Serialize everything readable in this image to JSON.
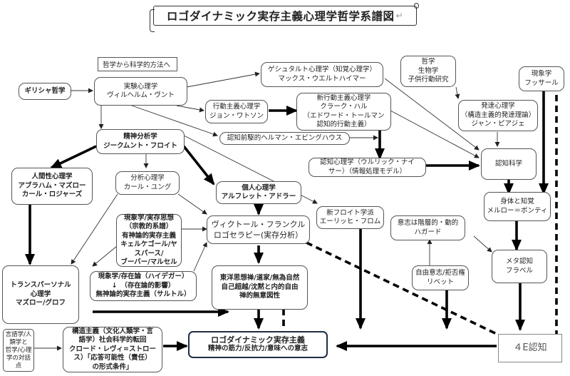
{
  "title": "ロゴダイナミック実存主義心理学哲学系譜図",
  "title_mark": "↵",
  "callout": "哲学から科学的方法へ",
  "nodes": {
    "greek": [
      "ギリシャ哲学"
    ],
    "wundt": [
      "実験心理学",
      "ヴィルヘルム・ヴント"
    ],
    "gestalt": [
      "ゲシュタルト心理学（知覚心理学）",
      "マックス・ウエルトハイマー"
    ],
    "behaviorism": [
      "行動主義心理学",
      "ジョン・ワトソン"
    ],
    "neobehaviorism": [
      "新行動主義心理学",
      "クラーク・ハル",
      "（エドワード・トールマン",
      "認知的行動主義）"
    ],
    "ebbinghaus": [
      "認知前駆的ヘルマン・エビングハウス"
    ],
    "philosophy_bio": [
      "哲学",
      "生物学",
      "子供行動研究"
    ],
    "phenomenology": [
      "現象学",
      "フッサール"
    ],
    "piaget": [
      "発達心理学",
      "（構造主義的発達理論）",
      "ジャン・ピアジェ"
    ],
    "freud": [
      "精神分析学",
      "ジークムント・フロイト"
    ],
    "cognitive_psych": [
      "認知心理学（ウルリック・ナイ",
      "サー）（情報処理モデル）"
    ],
    "cognitive_science": [
      "認知科学"
    ],
    "humanistic": [
      "人間性心理学",
      "アブラハム・マズロー",
      "カール・ロジャーズ"
    ],
    "jung": [
      "分析心理学",
      "カール・ユング"
    ],
    "adler": [
      "個人心理学",
      "アルフレット・アドラー"
    ],
    "merleau_ponty": [
      "身体と知覚",
      "メルロー＝ポンティ"
    ],
    "religious_existential": [
      "現象学/実存思想",
      "（宗教的系譜）",
      "有神論的実存主義",
      "キェルケゴール/ヤ",
      "スパース/",
      "ブーバー/マルセル"
    ],
    "frankl": [
      "ヴィクトール・フランクル",
      "ロゴセラピー(実存分析）"
    ],
    "fromm": [
      "新フロイト学派",
      "エーリッヒ・フロム"
    ],
    "haggard": [
      "意志は階層的・動的",
      "ハガード"
    ],
    "metacognition": [
      "メタ認知",
      "フラベル"
    ],
    "heidegger": [
      "現象学/存在論（ハイデガー）",
      "↓　（存在論的影響）",
      "無神論的実存主義（サルトル）"
    ],
    "libet": [
      "自由意志/拒否権",
      "リベット"
    ],
    "transpersonal": [
      "トランスパーソナル",
      "心理学",
      "マズロー/グロフ"
    ],
    "eastern": [
      "東洋思想禅/道家/無為自然",
      "自己超越/沈黙と内的自由",
      "禅的無意図性"
    ],
    "linguistics": [
      "言語学/人",
      "類学と",
      "哲学/心理",
      "学の対話",
      "点"
    ],
    "structuralism": [
      "構造主義（文化人類学・言",
      "語学）社会科学的転回",
      "クロード・レヴィ=ストロー",
      "ス）「応答可能性（責任）",
      "の形式条件」"
    ],
    "logodynamic": [
      "ロゴダイナミック実存主義",
      "精神の筋力/反抗力/意味への意志"
    ],
    "four_e": [
      "４E認知"
    ]
  }
}
